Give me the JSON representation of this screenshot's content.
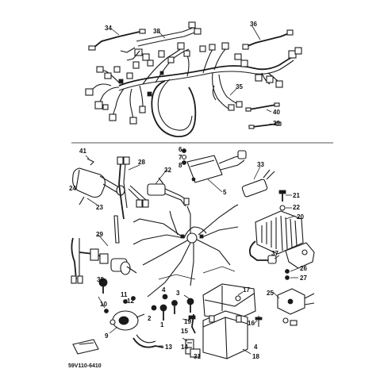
{
  "diagram": {
    "part_code": "59V110-6410",
    "callouts": [
      "1",
      "2",
      "3",
      "4",
      "5",
      "6",
      "7",
      "8",
      "9",
      "10",
      "11",
      "12",
      "13",
      "14",
      "15",
      "16",
      "17",
      "18",
      "19",
      "20",
      "21",
      "22",
      "23",
      "24",
      "25",
      "26",
      "27",
      "28",
      "29",
      "30",
      "31",
      "32",
      "33",
      "34",
      "35",
      "36",
      "37",
      "38",
      "39",
      "40",
      "41"
    ]
  },
  "colors": {
    "line": "#1a1a1a",
    "background": "#ffffff"
  }
}
